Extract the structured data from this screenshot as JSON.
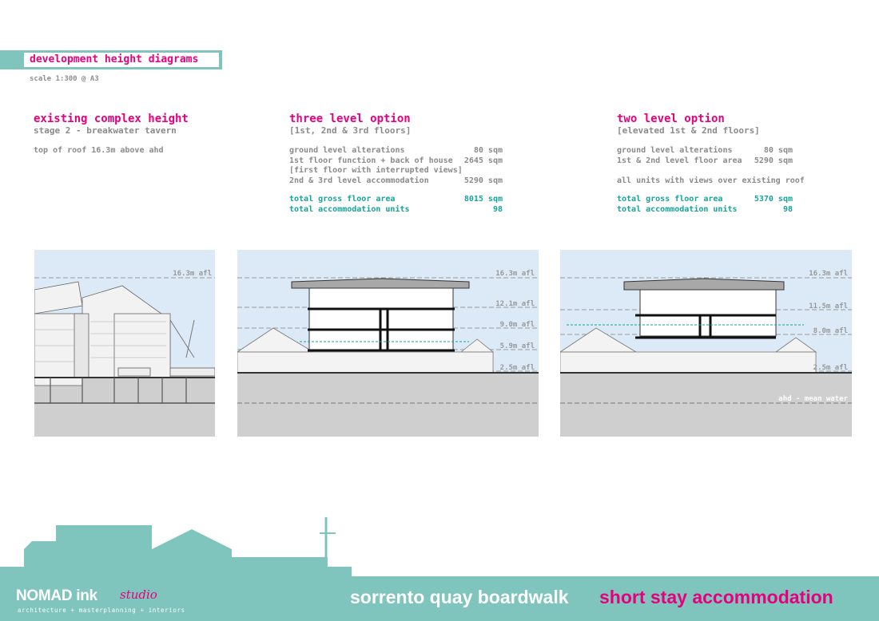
{
  "header": {
    "title": "development height diagrams",
    "scale": "scale 1:300 @ A3"
  },
  "columns": [
    {
      "title": "existing complex height",
      "subtitle": "stage 2 - breakwater tavern",
      "note": "top of roof 16.3m above ahd"
    },
    {
      "title": "three level option",
      "subtitle": "[1st, 2nd & 3rd floors]",
      "rows": [
        {
          "label": "ground level alterations",
          "value": "80 sqm"
        },
        {
          "label": "1st floor function + back of house",
          "value": "2645 sqm"
        },
        {
          "label": "[first floor with interrupted views]",
          "value": ""
        },
        {
          "label": "2nd & 3rd level accommodation",
          "value": "5290 sqm"
        }
      ],
      "totals": [
        {
          "label": "total gross floor area",
          "value": "8015 sqm"
        },
        {
          "label": "total accommodation units",
          "value": "98"
        }
      ]
    },
    {
      "title": "two level option",
      "subtitle": "[elevated 1st & 2nd floors]",
      "rows": [
        {
          "label": "ground level alterations",
          "value": "80 sqm"
        },
        {
          "label": "1st & 2nd level floor area",
          "value": "5290 sqm"
        },
        {
          "label": "",
          "value": ""
        },
        {
          "label": "all units with views over existing roof",
          "value": ""
        }
      ],
      "totals": [
        {
          "label": "total gross floor area",
          "value": "5370 sqm"
        },
        {
          "label": "total accommodation units",
          "value": "98"
        }
      ]
    }
  ],
  "diagrams": {
    "existing": {
      "levels": [
        "16.3m afl"
      ]
    },
    "three_level": {
      "levels": [
        "16.3m afl",
        "12.1m afl",
        "9.0m afl",
        "5.9m afl",
        "2.5m afl"
      ]
    },
    "two_level": {
      "levels": [
        "16.3m afl",
        "11.5m afl",
        "8.0m afl",
        "2.5m afl"
      ],
      "water_label": "ahd - mean water"
    }
  },
  "footer": {
    "logo_main": "NOMAD ink",
    "logo_studio": "studio",
    "logo_tagline": "architecture + masterplanning + interiors",
    "project_name": "sorrento quay boardwalk",
    "project_type": "short stay accommodation"
  },
  "colors": {
    "accent": "#e6007e",
    "teal": "#7fc4bd",
    "total_text": "#16a398",
    "sky": "#dce9f6",
    "ground": "#cfcfcf"
  }
}
